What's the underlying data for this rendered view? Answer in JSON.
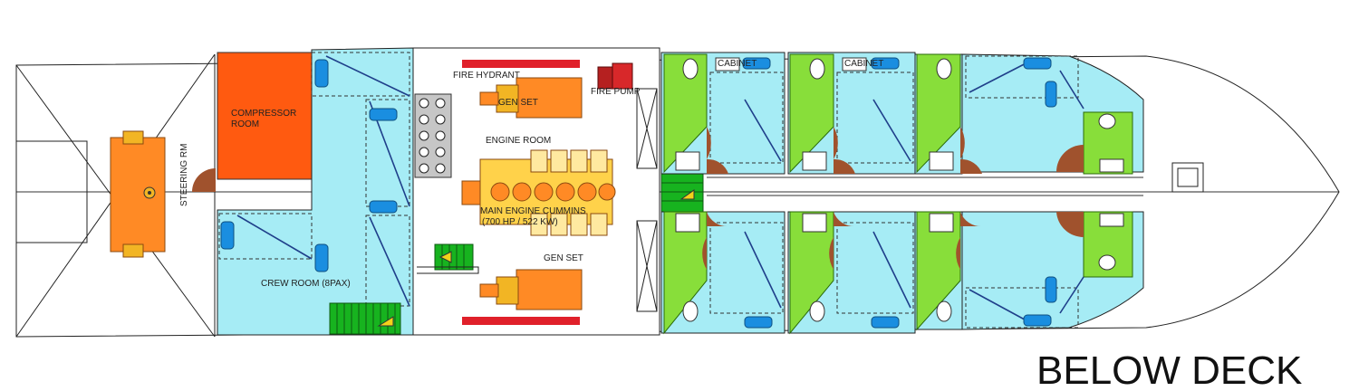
{
  "title": "BELOW DECK",
  "rooms": {
    "steering": "STEERING RM",
    "compressor_line1": "COMPRESSOR",
    "compressor_line2": "ROOM",
    "crew": "CREW ROOM (8PAX)",
    "engine_room": "ENGINE ROOM",
    "fire_hydrant": "FIRE HYDRANT",
    "fire_pump": "FIRE PUMP",
    "gen_set_top": "GEN SET",
    "gen_set_bottom": "GEN SET",
    "main_engine_line1": "MAIN ENGINE CUMMINS",
    "main_engine_line2": "(700 HP / 522 KW)",
    "cabinet_1": "CABINET",
    "cabinet_2": "CABINET"
  },
  "colors": {
    "cabin": "#a6ecf5",
    "compressor": "#ff5a10",
    "machinery": "#ff8a25",
    "engine": "#ffd24a",
    "bathroom": "#88de3a",
    "stairs": "#17b31f",
    "fire": "#e0202a",
    "door": "#a0522d",
    "bed": "#1a8ee0"
  }
}
